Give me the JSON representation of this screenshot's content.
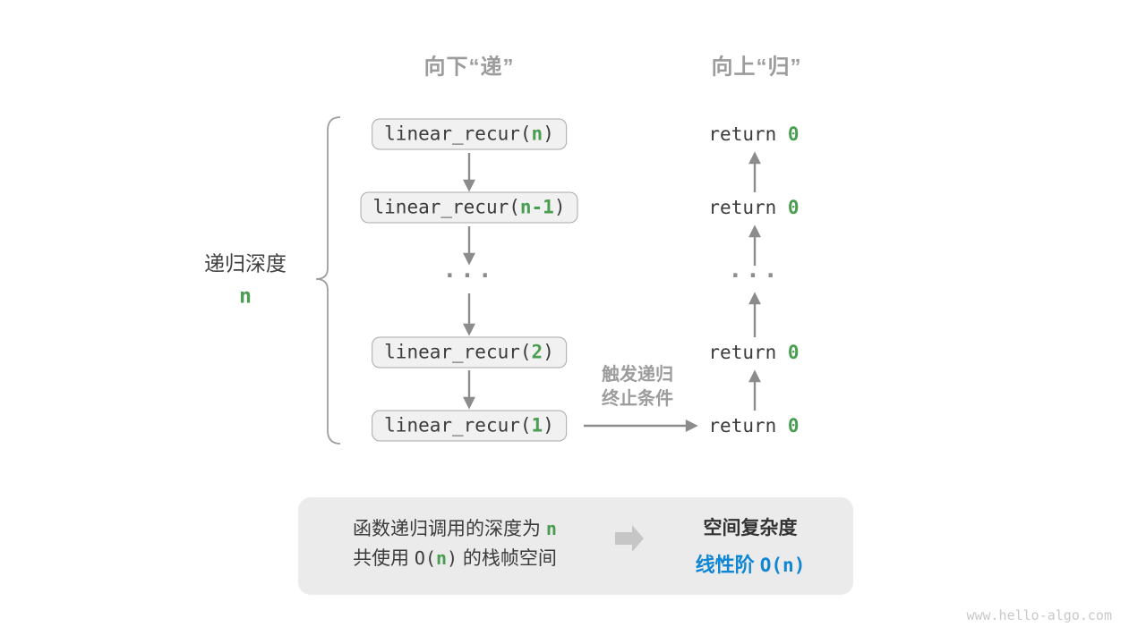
{
  "colors": {
    "green": "#4a9d51",
    "blue": "#0f86d4",
    "dark_text": "#3b3b3b",
    "gray_label": "#9c9c9c",
    "arrow": "#8c8c8c",
    "box_fill": "#f1f1f1",
    "box_border": "#a9a9a9",
    "panel_fill": "#ebebeb",
    "watermark": "#c9c9c9"
  },
  "headers": {
    "down": "向下“递”",
    "up": "向上“归”"
  },
  "depth_label": {
    "text": "递归深度",
    "value": "n"
  },
  "calls": [
    {
      "prefix": "linear_recur(",
      "arg": "n",
      "suffix": ")"
    },
    {
      "prefix": "linear_recur(",
      "arg": "n-1",
      "suffix": ")"
    },
    {
      "prefix": "linear_recur(",
      "arg": "2",
      "suffix": ")"
    },
    {
      "prefix": "linear_recur(",
      "arg": "1",
      "suffix": ")"
    }
  ],
  "ellipsis": "...",
  "returns": [
    {
      "prefix": "return ",
      "value": "0"
    },
    {
      "prefix": "return ",
      "value": "0"
    },
    {
      "prefix": "return ",
      "value": "0"
    },
    {
      "prefix": "return ",
      "value": "0"
    }
  ],
  "trigger_label": {
    "line1": "触发递归",
    "line2": "终止条件"
  },
  "summary": {
    "line1_pre": "函数递归调用的深度为 ",
    "line1_arg": "n",
    "line2_pre": "共使用 ",
    "line2_code_open": "O(",
    "line2_arg": "n",
    "line2_code_close": ")",
    "line2_post": " 的栈帧空间",
    "result_title": "空间复杂度",
    "result_label": "线性阶 ",
    "result_code": "O(n)"
  },
  "watermark": "www.hello-algo.com"
}
